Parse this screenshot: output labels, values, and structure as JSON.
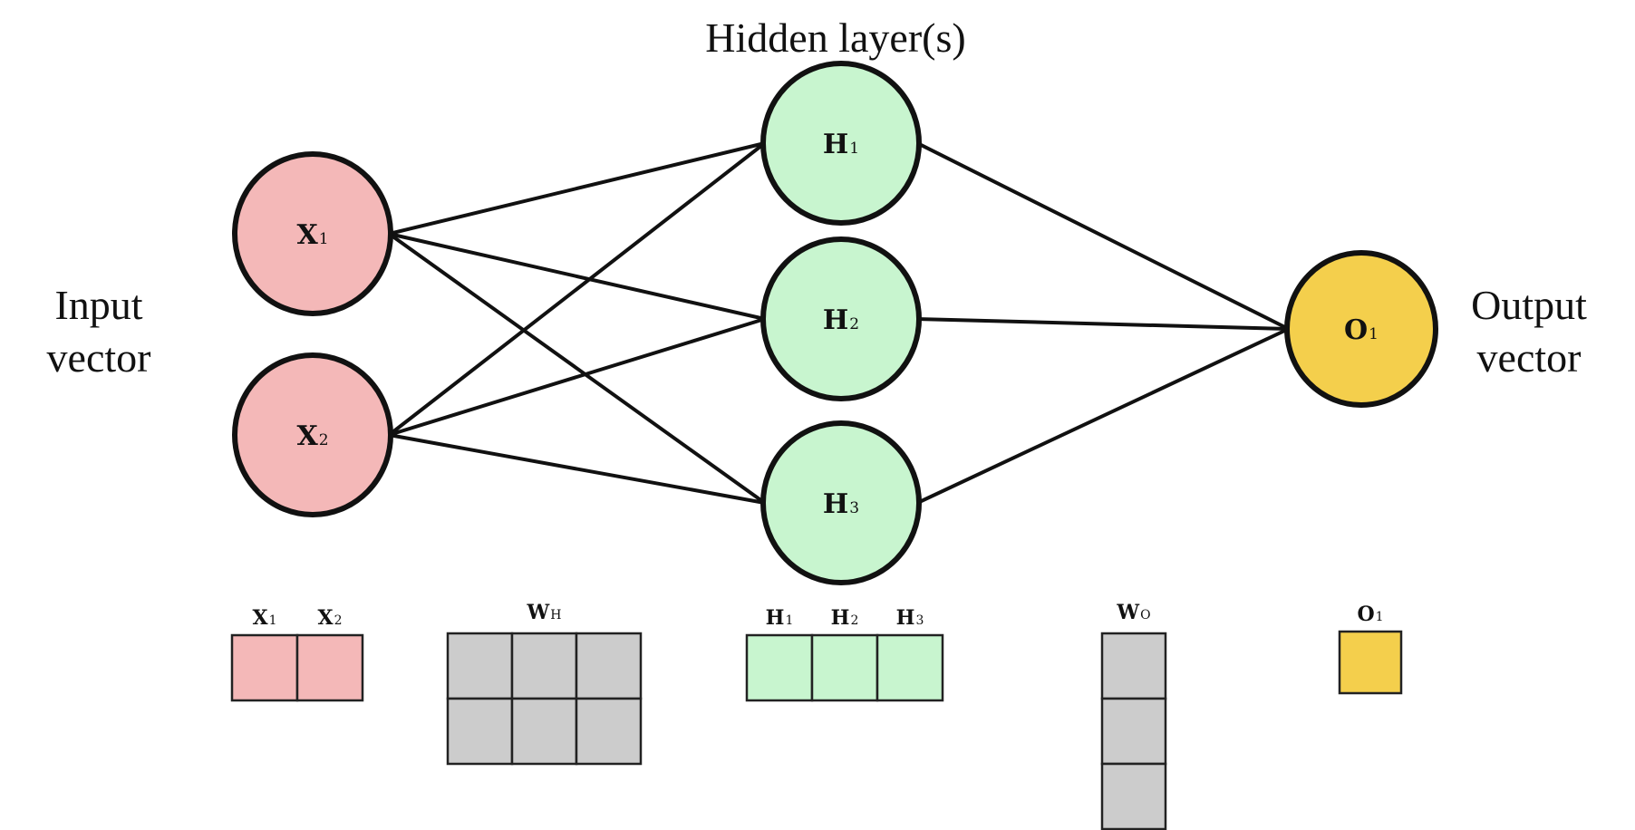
{
  "labels": {
    "hidden_layer": "Hidden layer(s)",
    "input_line1": "Input",
    "input_line2": "vector",
    "output_line1": "Output",
    "output_line2": "vector"
  },
  "colors": {
    "input": "#f4b8b8",
    "hidden": "#c8f5cf",
    "output": "#f4cf4c",
    "weights": "#cccccc",
    "stroke": "#111111"
  },
  "nodes": [
    {
      "id": "x1",
      "main": "X",
      "sub": "1",
      "layer": "input"
    },
    {
      "id": "x2",
      "main": "X",
      "sub": "2",
      "layer": "input"
    },
    {
      "id": "h1",
      "main": "H",
      "sub": "1",
      "layer": "hidden"
    },
    {
      "id": "h2",
      "main": "H",
      "sub": "2",
      "layer": "hidden"
    },
    {
      "id": "h3",
      "main": "H",
      "sub": "3",
      "layer": "hidden"
    },
    {
      "id": "o1",
      "main": "O",
      "sub": "1",
      "layer": "output"
    }
  ],
  "edges": [
    [
      "x1",
      "h1"
    ],
    [
      "x1",
      "h2"
    ],
    [
      "x1",
      "h3"
    ],
    [
      "x2",
      "h1"
    ],
    [
      "x2",
      "h2"
    ],
    [
      "x2",
      "h3"
    ],
    [
      "h1",
      "o1"
    ],
    [
      "h2",
      "o1"
    ],
    [
      "h3",
      "o1"
    ]
  ],
  "matrices": {
    "input_vector": {
      "rows": 1,
      "cols": 2,
      "labels": [
        {
          "main": "X",
          "sub": "1"
        },
        {
          "main": "X",
          "sub": "2"
        }
      ]
    },
    "hidden_weights": {
      "rows": 2,
      "cols": 3,
      "label": {
        "main": "W",
        "sub": "H"
      }
    },
    "hidden_vector": {
      "rows": 1,
      "cols": 3,
      "labels": [
        {
          "main": "H",
          "sub": "1"
        },
        {
          "main": "H",
          "sub": "2"
        },
        {
          "main": "H",
          "sub": "3"
        }
      ]
    },
    "output_weights": {
      "rows": 3,
      "cols": 1,
      "label": {
        "main": "W",
        "sub": "O"
      }
    },
    "output_vector": {
      "rows": 1,
      "cols": 1,
      "labels": [
        {
          "main": "O",
          "sub": "1"
        }
      ]
    }
  }
}
